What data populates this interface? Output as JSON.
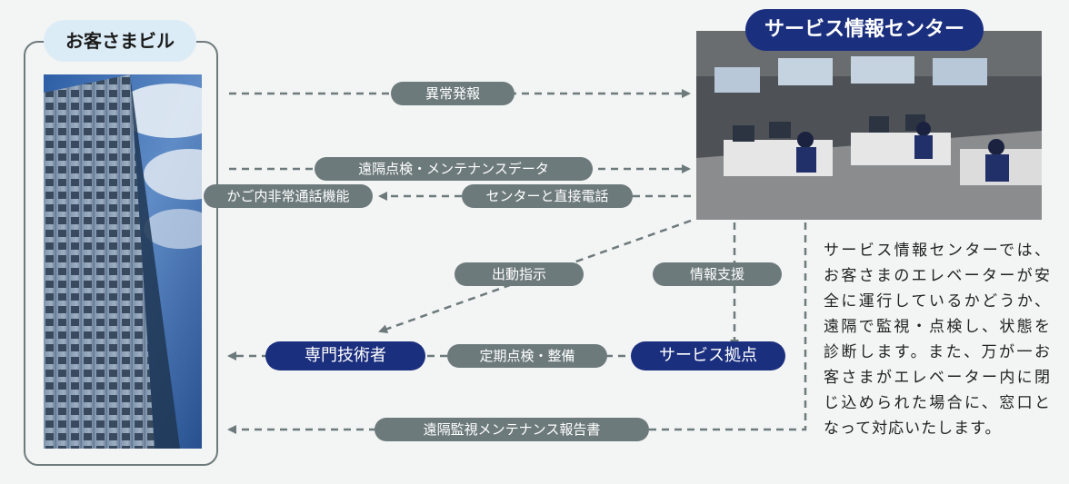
{
  "customer_building": {
    "title": "お客さまビル"
  },
  "service_center": {
    "title": "サービス情報センター"
  },
  "flows": {
    "abnormal_report": "異常発報",
    "remote_inspection": "遠隔点検・メンテナンスデータ",
    "direct_call": "センターと直接電話",
    "emergency_call": "かご内非常通話機能",
    "dispatch": "出動指示",
    "info_support": "情報支援",
    "engineer": "専門技術者",
    "periodic_maintenance": "定期点検・整備",
    "service_base": "サービス拠点",
    "remote_report": "遠隔監視メンテナンス報告書"
  },
  "description": "サービス情報センターでは、お客さまのエレベーターが安全に運行しているかどうか、遠隔で監視・点検し、状態を診断します。また、万が一お客さまがエレベーター内に閉じ込められた場合に、窓口となって対応いたします。",
  "colors": {
    "navy": "#1b2f7f",
    "gray": "#6d7a7c",
    "light_blue": "#dcecf7"
  }
}
